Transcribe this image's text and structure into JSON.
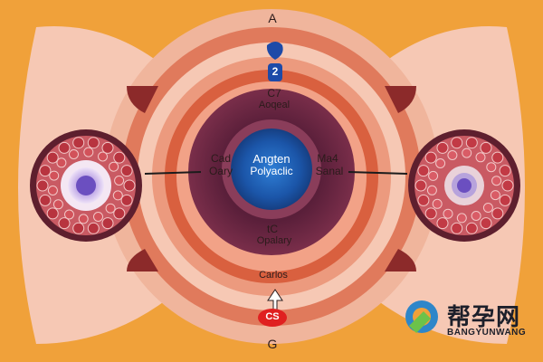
{
  "diagram": {
    "labels": {
      "top_letter": "A",
      "marker_number": "2",
      "top_ring_code": "C7",
      "top_ring_word": "Aoqeal",
      "center_title": "Angten",
      "center_subtitle": "Polyaclic",
      "left_code": "Cad",
      "left_word": "Oary",
      "right_code": "Ma4",
      "right_word": "Sanal",
      "bottom_code": "tC",
      "bottom_word": "Opalary",
      "lower_word": "Carlos",
      "bottom_badge": "CS",
      "bottom_letter": "G"
    },
    "watermark": {
      "title": "帮孕网",
      "subtitle": "BANGYUNWANG"
    }
  }
}
